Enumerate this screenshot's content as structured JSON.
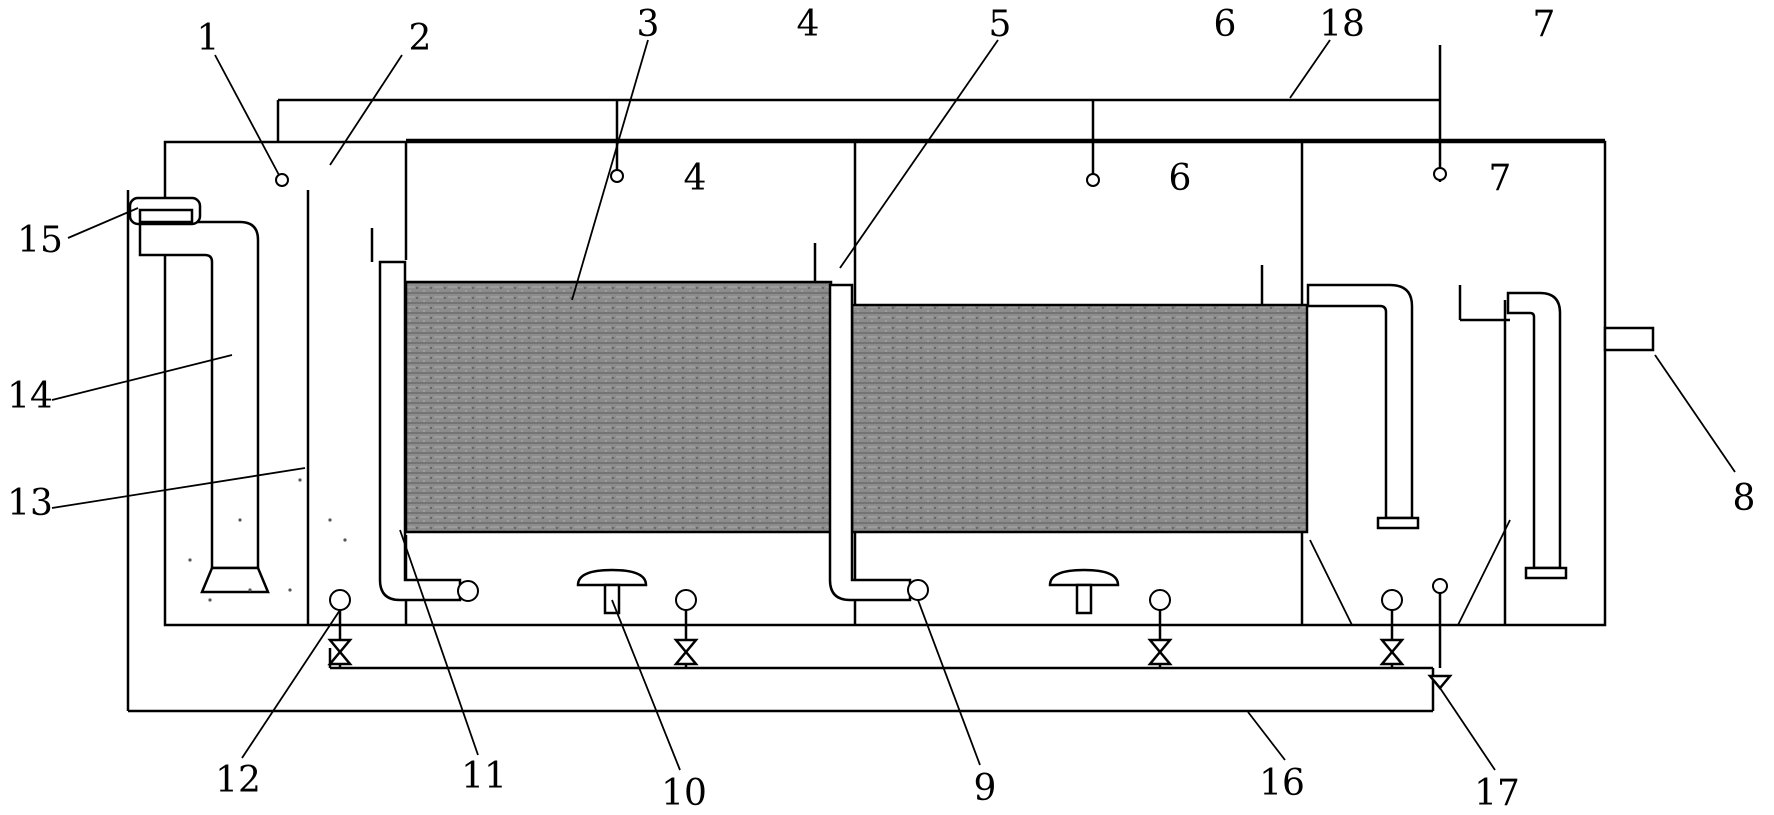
{
  "figure": {
    "labels": {
      "n1": "1",
      "n2": "2",
      "n3": "3",
      "n4": "4",
      "n5": "5",
      "n6": "6",
      "n7": "7",
      "n8": "8",
      "n9": "9",
      "n10": "10",
      "n11": "11",
      "n12": "12",
      "n13": "13",
      "n14": "14",
      "n15": "15",
      "n16": "16",
      "n17": "17",
      "n18": "18"
    },
    "colors": {
      "line": "#000000",
      "media_fill": "#8f8f8f",
      "background": "#ffffff"
    }
  }
}
